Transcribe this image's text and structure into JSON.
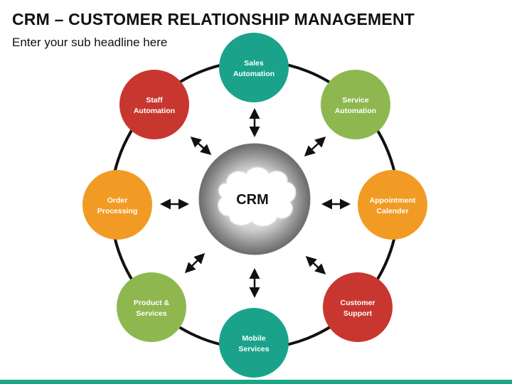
{
  "header": {
    "title": "CRM – CUSTOMER RELATIONSHIP MANAGEMENT",
    "subtitle": "Enter your sub headline here"
  },
  "center": {
    "label": "CRM"
  },
  "nodes": [
    {
      "id": "sales-automation",
      "line1": "Sales",
      "line2": "Automation",
      "color": "#1aa38a"
    },
    {
      "id": "service-automation",
      "line1": "Service",
      "line2": "Automation",
      "color": "#8fb74f"
    },
    {
      "id": "appointment-calender",
      "line1": "Appointment",
      "line2": "Calender",
      "color": "#f29b24"
    },
    {
      "id": "customer-support",
      "line1": "Customer",
      "line2": "Support",
      "color": "#c8372f"
    },
    {
      "id": "mobile-services",
      "line1": "Mobile",
      "line2": "Services",
      "color": "#1aa38a"
    },
    {
      "id": "product-services",
      "line1": "Product &",
      "line2": "Services",
      "color": "#8fb74f"
    },
    {
      "id": "order-processing",
      "line1": "Order",
      "line2": "Processing",
      "color": "#f29b24"
    },
    {
      "id": "staff-automation",
      "line1": "Staff",
      "line2": "Automation",
      "color": "#c8372f"
    }
  ],
  "footer": {
    "color": "#1aa783"
  }
}
